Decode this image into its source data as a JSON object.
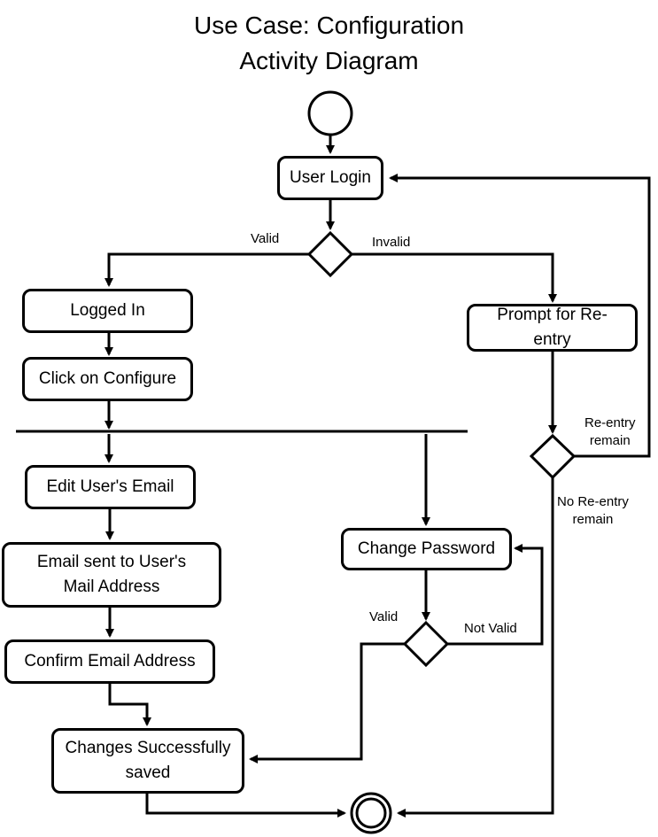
{
  "title": {
    "line1": "Use Case: Configuration",
    "line2": "Activity Diagram"
  },
  "nodes": {
    "user_login": "User Login",
    "logged_in": "Logged In",
    "click_configure": "Click on Configure",
    "prompt_reentry_1": "Prompt for Re-",
    "prompt_reentry_2": "entry",
    "edit_email": "Edit User's Email",
    "email_sent_1": "Email sent to User's",
    "email_sent_2": "Mail Address",
    "confirm_email": "Confirm Email Address",
    "change_password": "Change Password",
    "changes_saved_1": "Changes Successfully",
    "changes_saved_2": "saved"
  },
  "labels": {
    "valid_login": "Valid",
    "invalid_login": "Invalid",
    "reentry_remain_1": "Re-entry",
    "reentry_remain_2": "remain",
    "no_reentry_1": "No Re-entry",
    "no_reentry_2": "remain",
    "valid_password": "Valid",
    "not_valid_password": "Not Valid"
  }
}
